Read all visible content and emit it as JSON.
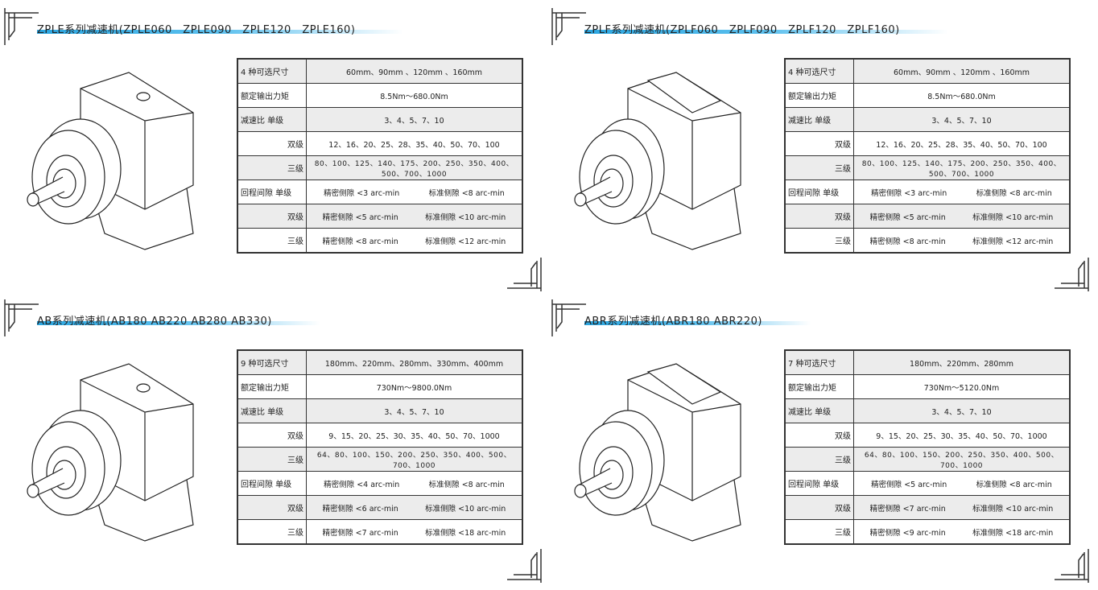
{
  "sections": [
    {
      "title": "ZPLE系列减速机(ZPLE060　ZPLE090　ZPLE120　ZPLE160)",
      "rows": [
        {
          "label": "4 种可选尺寸",
          "value": "60mm、90mm 、120mm 、160mm"
        },
        {
          "label": "额定输出力矩",
          "value": "8.5Nm～680.0Nm"
        },
        {
          "label": "减速比 单级",
          "value": "3、4、5、7、10"
        },
        {
          "label": "双级",
          "value": "12、16、20、25、28、35、40、50、70、100"
        },
        {
          "label": "三级",
          "value": "80、100、125、140、175、200、250、350、400、500、700、1000"
        },
        {
          "label": "回程间隙 单级",
          "a": "精密侧隙 <3 arc-min",
          "b": "标准侧隙 <8 arc-min"
        },
        {
          "label": "双级",
          "a": "精密侧隙 <5 arc-min",
          "b": "标准侧隙 <10 arc-min"
        },
        {
          "label": "三级",
          "a": "精密侧隙 <8 arc-min",
          "b": "标准侧隙 <12 arc-min"
        }
      ]
    },
    {
      "title": "ZPLF系列减速机(ZPLF060　ZPLF090　ZPLF120　ZPLF160)",
      "rows": [
        {
          "label": "4 种可选尺寸",
          "value": "60mm、90mm 、120mm 、160mm"
        },
        {
          "label": "额定输出力矩",
          "value": "8.5Nm～680.0Nm"
        },
        {
          "label": "减速比 单级",
          "value": "3、4、5、7、10"
        },
        {
          "label": "双级",
          "value": "12、16、20、25、28、35、40、50、70、100"
        },
        {
          "label": "三级",
          "value": "80、100、125、140、175、200、250、350、400、500、700、1000"
        },
        {
          "label": "回程间隙 单级",
          "a": "精密侧隙 <3 arc-min",
          "b": "标准侧隙 <8 arc-min"
        },
        {
          "label": "双级",
          "a": "精密侧隙 <5 arc-min",
          "b": "标准侧隙 <10 arc-min"
        },
        {
          "label": "三级",
          "a": "精密侧隙 <8 arc-min",
          "b": "标准侧隙 <12 arc-min"
        }
      ]
    },
    {
      "title": "AB系列减速机(AB180 AB220 AB280 AB330)",
      "rows": [
        {
          "label": "9 种可选尺寸",
          "value": "180mm、220mm、280mm、330mm、400mm"
        },
        {
          "label": "额定输出力矩",
          "value": "730Nm～9800.0Nm"
        },
        {
          "label": "减速比 单级",
          "value": "3、4、5、7、10"
        },
        {
          "label": "双级",
          "value": "9、15、20、25、30、35、40、50、70、1000"
        },
        {
          "label": "三级",
          "value": "64、80、100、150、200、250、350、400、500、700、1000"
        },
        {
          "label": "回程间隙 单级",
          "a": "精密侧隙 <4 arc-min",
          "b": "标准侧隙 <8 arc-min"
        },
        {
          "label": "双级",
          "a": "精密侧隙 <6 arc-min",
          "b": "标准侧隙 <10 arc-min"
        },
        {
          "label": "三级",
          "a": "精密侧隙 <7 arc-min",
          "b": "标准侧隙 <18 arc-min"
        }
      ]
    },
    {
      "title": "ABR系列减速机(ABR180 ABR220)",
      "rows": [
        {
          "label": "7 种可选尺寸",
          "value": "180mm、220mm、280mm"
        },
        {
          "label": "额定输出力矩",
          "value": "730Nm～5120.0Nm"
        },
        {
          "label": "减速比 单级",
          "value": "3、4、5、7、10"
        },
        {
          "label": "双级",
          "value": "9、15、20、25、30、35、40、50、70、1000"
        },
        {
          "label": "三级",
          "value": "64、80、100、150、200、250、350、400、500、700、1000"
        },
        {
          "label": "回程间隙 单级",
          "a": "精密侧隙 <5 arc-min",
          "b": "标准侧隙 <8 arc-min"
        },
        {
          "label": "双级",
          "a": "精密侧隙 <7 arc-min",
          "b": "标准侧隙 <10 arc-min"
        },
        {
          "label": "三级",
          "a": "精密侧隙 <9 arc-min",
          "b": "标准侧隙 <18 arc-min"
        }
      ]
    }
  ]
}
